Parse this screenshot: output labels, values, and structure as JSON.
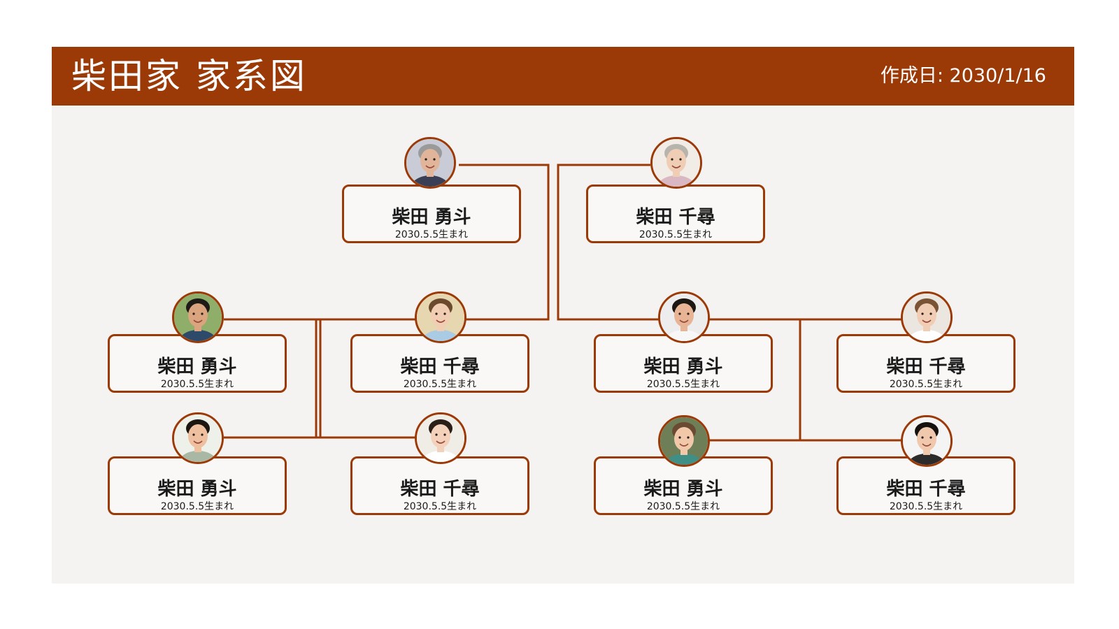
{
  "header": {
    "title": "柴田家 家系図",
    "date_label": "作成日:",
    "date_value": "2030/1/16"
  },
  "people": [
    {
      "name": "柴田 勇斗",
      "born": "2030.5.5生まれ",
      "avatar_icon": "elderly-man-avatar-icon",
      "bg": "#c9cbd6",
      "hair": "#9a9a9a",
      "skin": "#e0b59a",
      "shirt": "#3a3f55"
    },
    {
      "name": "柴田 千尋",
      "born": "2030.5.5生まれ",
      "avatar_icon": "elderly-woman-avatar-icon",
      "bg": "#f1ece6",
      "hair": "#b7b3ad",
      "skin": "#f0cdb5",
      "shirt": "#d9b8c4"
    },
    {
      "name": "柴田 勇斗",
      "born": "2030.5.5生まれ",
      "avatar_icon": "man-avatar-icon",
      "bg": "#8fae6a",
      "hair": "#1e1a17",
      "skin": "#d9a47e",
      "shirt": "#2d4a6b"
    },
    {
      "name": "柴田 千尋",
      "born": "2030.5.5生まれ",
      "avatar_icon": "woman-avatar-icon",
      "bg": "#e6d7b0",
      "hair": "#6b4a2e",
      "skin": "#f1cdb4",
      "shirt": "#a9cbe3"
    },
    {
      "name": "柴田 勇斗",
      "born": "2030.5.5生まれ",
      "avatar_icon": "man-avatar-icon",
      "bg": "#ededed",
      "hair": "#1b1712",
      "skin": "#e7b595",
      "shirt": "#f7f7f7"
    },
    {
      "name": "柴田 千尋",
      "born": "2030.5.5生まれ",
      "avatar_icon": "woman-avatar-icon",
      "bg": "#ece6e1",
      "hair": "#7a5234",
      "skin": "#f2cdb5",
      "shirt": "#ffffff"
    },
    {
      "name": "柴田 勇斗",
      "born": "2030.5.5生まれ",
      "avatar_icon": "boy-avatar-icon",
      "bg": "#eef0ea",
      "hair": "#1b1612",
      "skin": "#eec0a0",
      "shirt": "#a8b8a4"
    },
    {
      "name": "柴田 千尋",
      "born": "2030.5.5生まれ",
      "avatar_icon": "woman-avatar-icon",
      "bg": "#f0ede6",
      "hair": "#2a1e16",
      "skin": "#f3d1bb",
      "shirt": "#ffffff"
    },
    {
      "name": "柴田 勇斗",
      "born": "2030.5.5生まれ",
      "avatar_icon": "baby-avatar-icon",
      "bg": "#6e7f58",
      "hair": "#6a4a30",
      "skin": "#f1c8aa",
      "shirt": "#3f8f86"
    },
    {
      "name": "柴田 千尋",
      "born": "2030.5.5生まれ",
      "avatar_icon": "girl-avatar-icon",
      "bg": "#f4f4f4",
      "hair": "#15110e",
      "skin": "#efc8ad",
      "shirt": "#2b2b2b"
    }
  ],
  "colors": {
    "accent": "#9c3a07",
    "background": "#f4f3f2",
    "card": "#f9f8f6",
    "text": "#1a1a1a"
  }
}
